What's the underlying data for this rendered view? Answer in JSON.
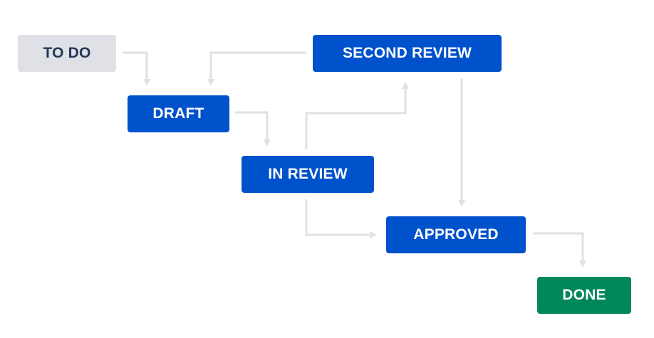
{
  "diagram": {
    "nodes": [
      {
        "id": "todo",
        "label": "TO DO",
        "color": "#dfe1e6",
        "text_color": "#253858"
      },
      {
        "id": "draft",
        "label": "DRAFT",
        "color": "#0052cc",
        "text_color": "#ffffff"
      },
      {
        "id": "in_review",
        "label": "IN REVIEW",
        "color": "#0052cc",
        "text_color": "#ffffff"
      },
      {
        "id": "second_review",
        "label": "SECOND REVIEW",
        "color": "#0052cc",
        "text_color": "#ffffff"
      },
      {
        "id": "approved",
        "label": "APPROVED",
        "color": "#0052cc",
        "text_color": "#ffffff"
      },
      {
        "id": "done",
        "label": "DONE",
        "color": "#00875a",
        "text_color": "#ffffff"
      }
    ],
    "transitions": [
      {
        "from": "todo",
        "to": "draft"
      },
      {
        "from": "draft",
        "to": "in_review"
      },
      {
        "from": "in_review",
        "to": "second_review"
      },
      {
        "from": "second_review",
        "to": "draft"
      },
      {
        "from": "in_review",
        "to": "approved"
      },
      {
        "from": "second_review",
        "to": "approved"
      },
      {
        "from": "approved",
        "to": "done"
      }
    ],
    "connector_color": "#dfe1e6"
  }
}
